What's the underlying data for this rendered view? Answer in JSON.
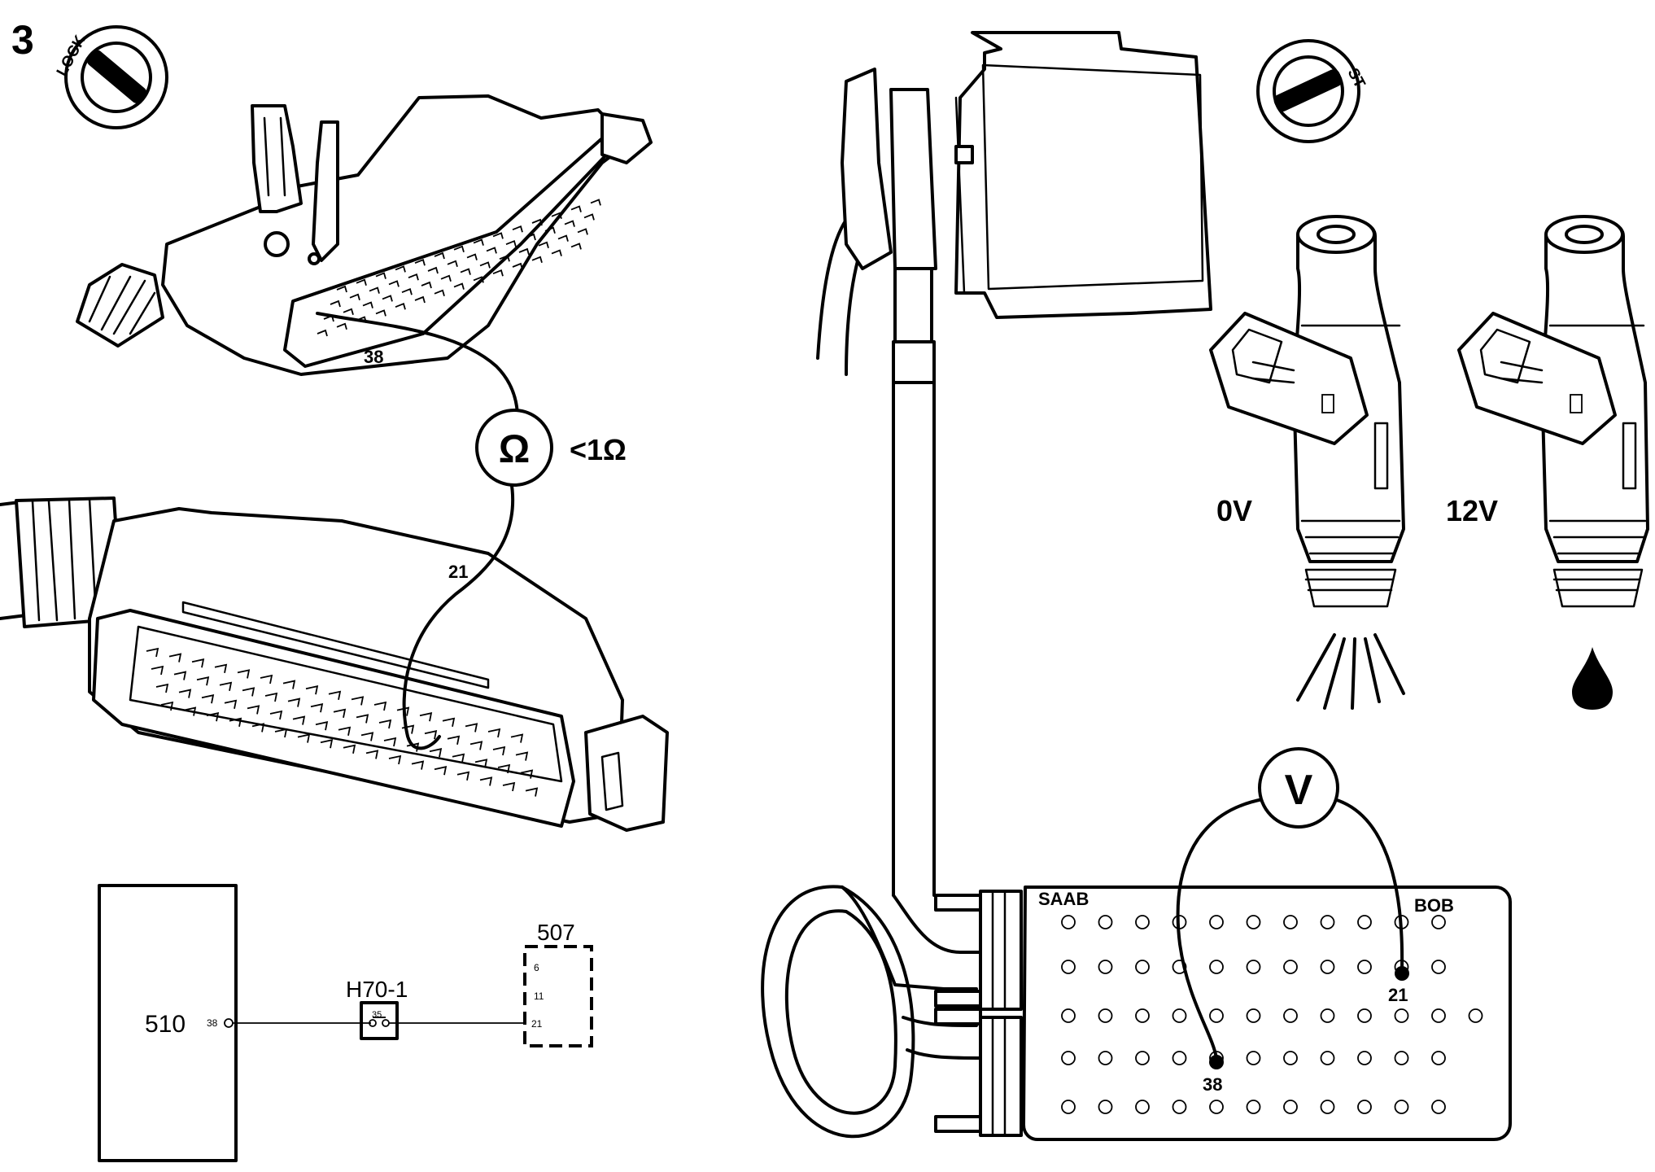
{
  "figure_number": "3",
  "ignition_left": {
    "label": "LOCK"
  },
  "ignition_right": {
    "label": "ST"
  },
  "ohmmeter": {
    "symbol": "Ω",
    "reading": "<1Ω",
    "pin_top": "38",
    "pin_bottom": "21"
  },
  "injectors": [
    {
      "voltage": "0V"
    },
    {
      "voltage": "12V"
    }
  ],
  "voltmeter": {
    "symbol": "V",
    "pin_a": "21",
    "pin_b": "38"
  },
  "breakout_box": {
    "brand": "SAAB",
    "name": "BOB"
  },
  "schematic": {
    "ecu_label": "510",
    "ecu_pin": "38",
    "connector_label": "H70-1",
    "connector_pin": "35",
    "component_label": "507",
    "component_pins": [
      "6",
      "11",
      "21"
    ]
  }
}
